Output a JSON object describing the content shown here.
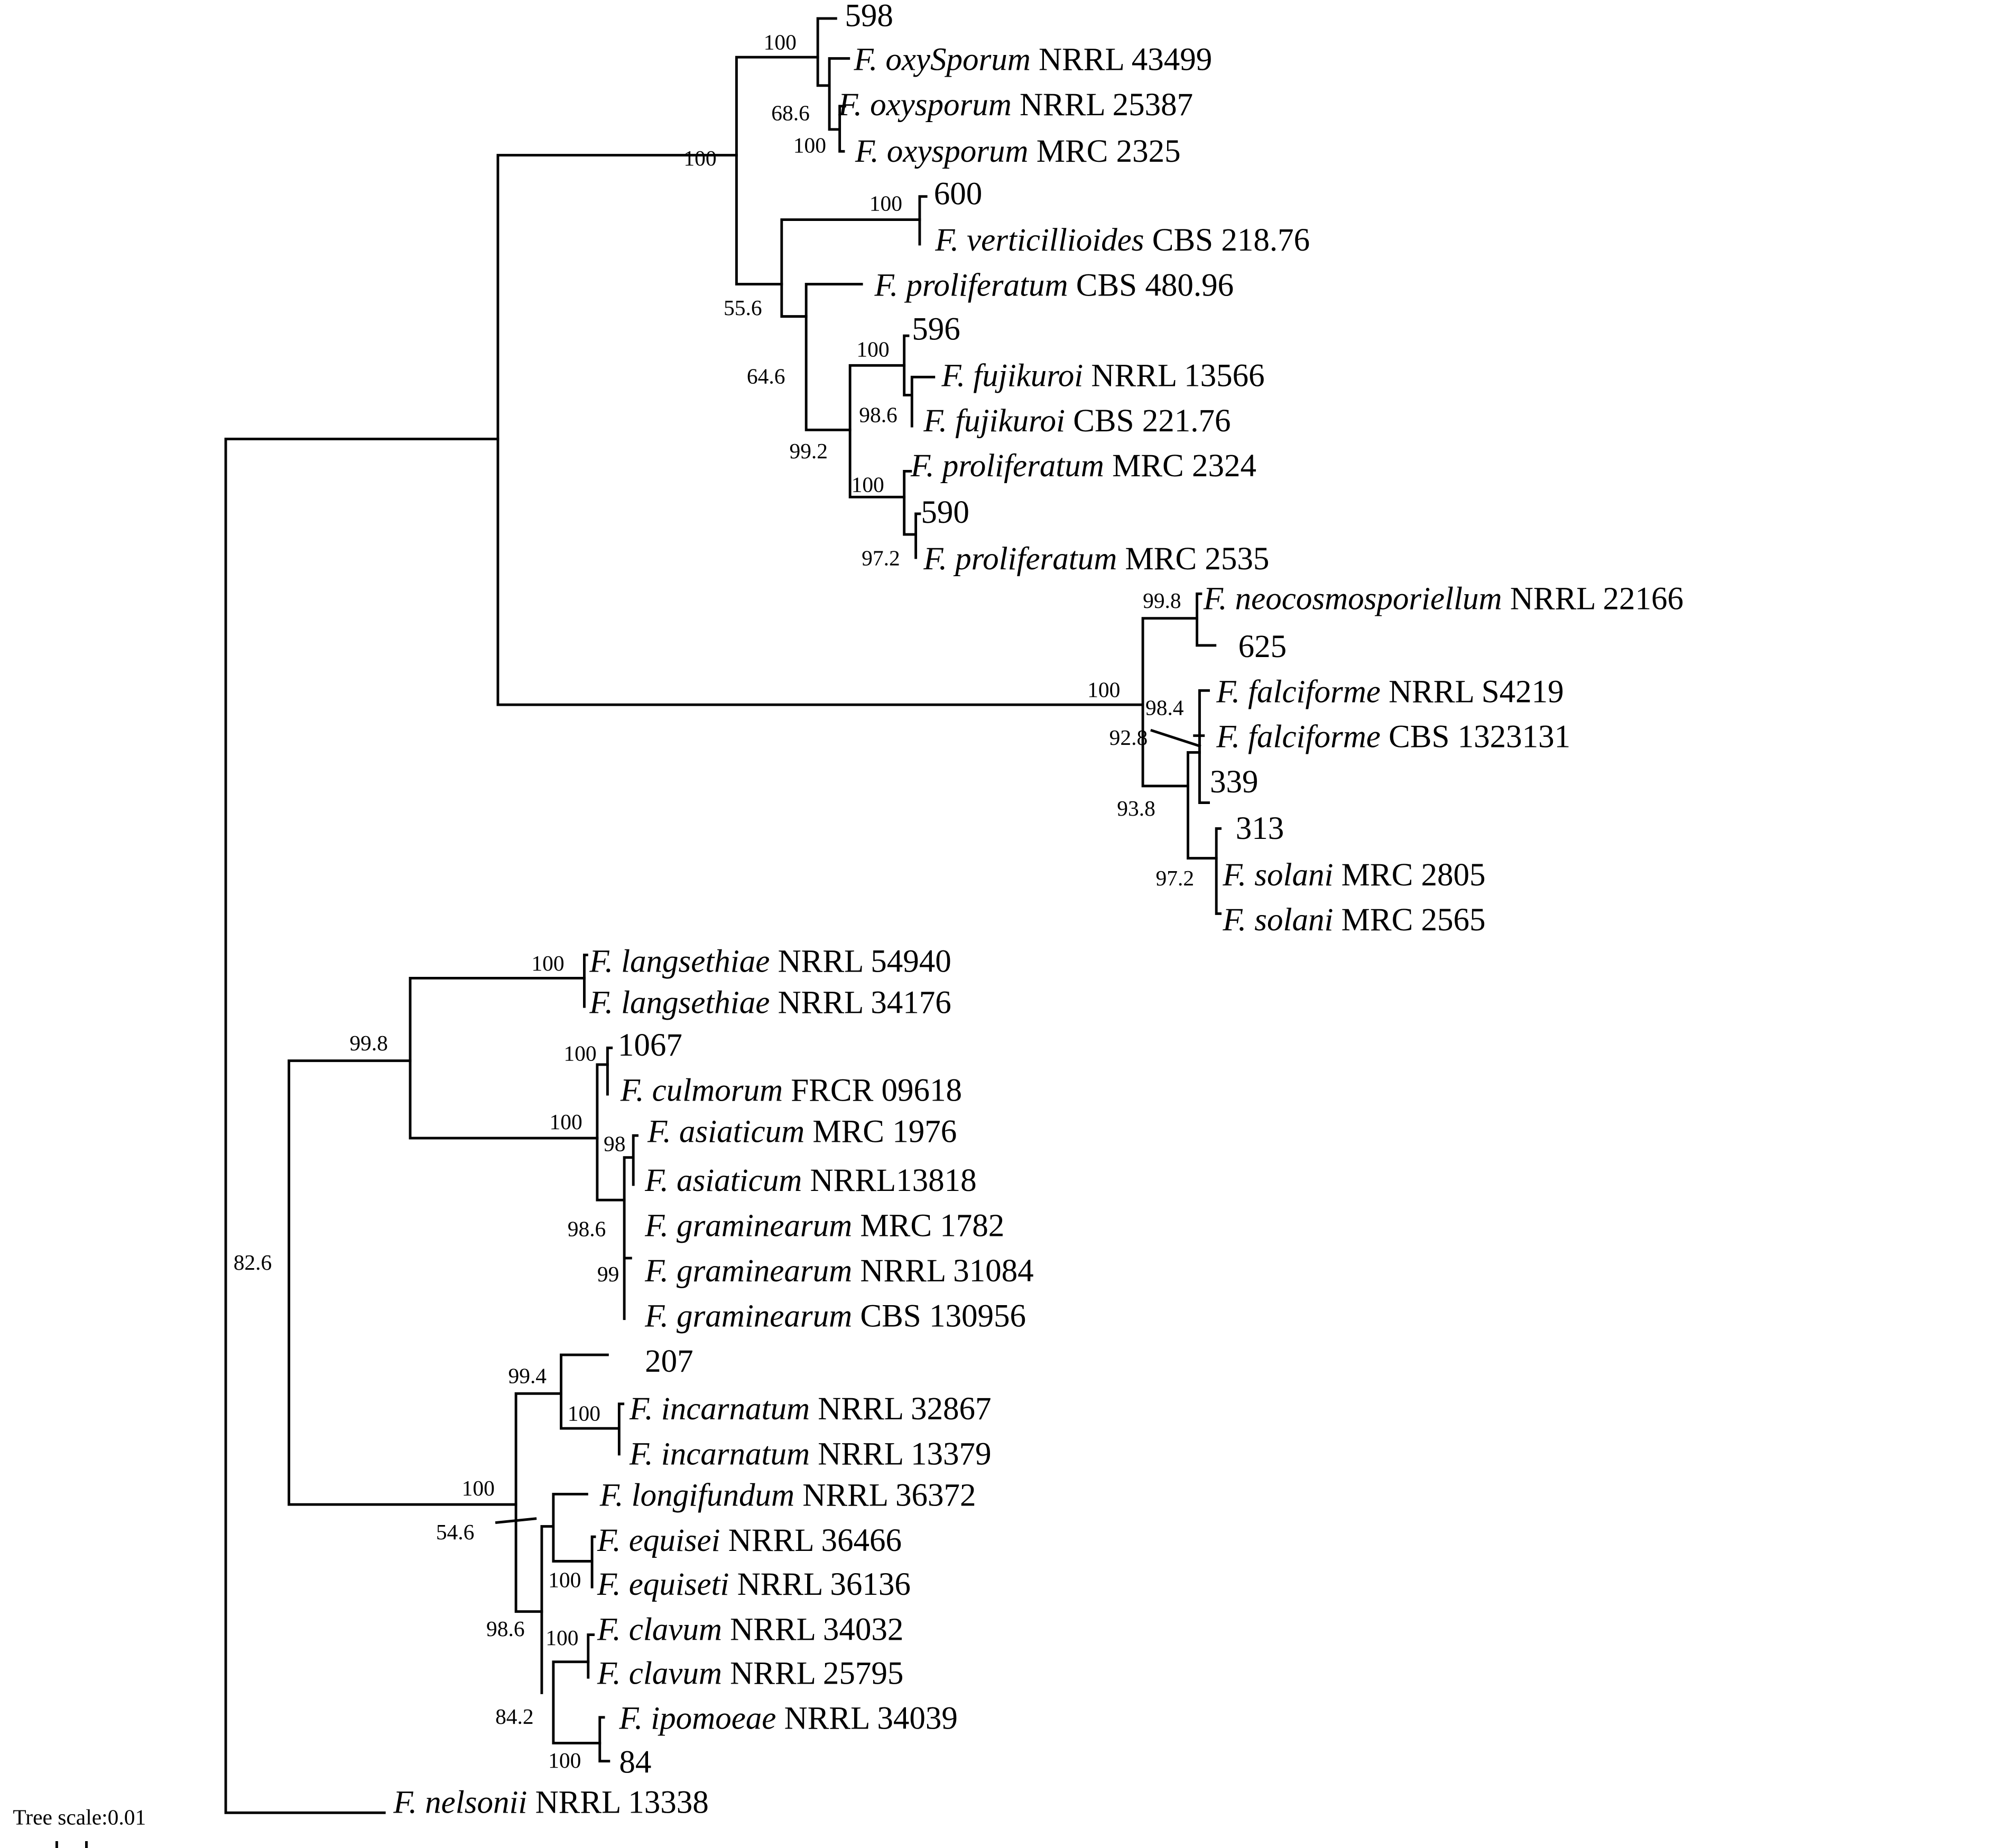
{
  "figure": {
    "type": "phylogenetic-tree",
    "scale_label": "Tree scale:0.01"
  },
  "leaves": [
    {
      "id": "l598",
      "species": "",
      "strain": "598"
    },
    {
      "id": "l43499",
      "species": "F. oxySporum",
      "strain": "NRRL 43499"
    },
    {
      "id": "l25387",
      "species": "F. oxysporum",
      "strain": "NRRL 25387"
    },
    {
      "id": "l2325",
      "species": "F. oxysporum",
      "strain": "MRC 2325"
    },
    {
      "id": "l600",
      "species": "",
      "strain": "600"
    },
    {
      "id": "l21876",
      "species": "F. verticillioides",
      "strain": "CBS 218.76"
    },
    {
      "id": "l48096",
      "species": "F. proliferatum",
      "strain": "CBS 480.96"
    },
    {
      "id": "l596",
      "species": "",
      "strain": "596"
    },
    {
      "id": "l13566",
      "species": "F. fujikuroi",
      "strain": "NRRL 13566"
    },
    {
      "id": "l22176",
      "species": "F. fujikuroi",
      "strain": "CBS 221.76"
    },
    {
      "id": "l2324",
      "species": "F. proliferatum",
      "strain": "MRC 2324"
    },
    {
      "id": "l590",
      "species": "",
      "strain": "590"
    },
    {
      "id": "l2535",
      "species": "F. proliferatum",
      "strain": "MRC 2535"
    },
    {
      "id": "l22166",
      "species": "F. neocosmosporiellum",
      "strain": "NRRL 22166"
    },
    {
      "id": "l625",
      "species": "",
      "strain": "625"
    },
    {
      "id": "lS4219",
      "species": "F. falciforme",
      "strain": "NRRL S4219"
    },
    {
      "id": "l1323131",
      "species": "F. falciforme",
      "strain": "CBS 1323131"
    },
    {
      "id": "l339",
      "species": "",
      "strain": "339"
    },
    {
      "id": "l313",
      "species": "",
      "strain": "313"
    },
    {
      "id": "l2805",
      "species": "F. solani",
      "strain": "MRC 2805"
    },
    {
      "id": "l2565",
      "species": "F. solani",
      "strain": "MRC 2565"
    },
    {
      "id": "l54940",
      "species": "F. langsethiae",
      "strain": "NRRL 54940"
    },
    {
      "id": "l34176",
      "species": "F. langsethiae",
      "strain": "NRRL 34176"
    },
    {
      "id": "l1067",
      "species": "",
      "strain": "1067"
    },
    {
      "id": "l09618",
      "species": "F. culmorum",
      "strain": "FRCR 09618"
    },
    {
      "id": "l1976",
      "species": "F. asiaticum",
      "strain": "MRC 1976"
    },
    {
      "id": "l13818",
      "species": "F. asiaticum",
      "strain": "NRRL13818"
    },
    {
      "id": "l1782",
      "species": "F. graminearum",
      "strain": "MRC 1782"
    },
    {
      "id": "l31084",
      "species": "F. graminearum",
      "strain": "NRRL 31084"
    },
    {
      "id": "l130956",
      "species": "F. graminearum",
      "strain": "CBS 130956"
    },
    {
      "id": "l207",
      "species": "",
      "strain": "207"
    },
    {
      "id": "l32867",
      "species": "F. incarnatum",
      "strain": "NRRL 32867"
    },
    {
      "id": "l13379",
      "species": "F. incarnatum",
      "strain": "NRRL 13379"
    },
    {
      "id": "l36372",
      "species": "F. longifundum",
      "strain": "NRRL 36372"
    },
    {
      "id": "l36466",
      "species": "F. equisei",
      "strain": "NRRL 36466"
    },
    {
      "id": "l36136",
      "species": "F. equiseti",
      "strain": "NRRL 36136"
    },
    {
      "id": "l34032",
      "species": "F. clavum",
      "strain": "NRRL 34032"
    },
    {
      "id": "l25795",
      "species": "F. clavum",
      "strain": "NRRL 25795"
    },
    {
      "id": "l34039",
      "species": "F. ipomoeae",
      "strain": "NRRL 34039"
    },
    {
      "id": "l84",
      "species": "",
      "strain": "84"
    },
    {
      "id": "l13338",
      "species": "F. nelsonii",
      "strain": "NRRL 13338"
    }
  ],
  "bootstrap": [
    "100",
    "68.6",
    "100",
    "100",
    "100",
    "55.6",
    "64.6",
    "100",
    "98.6",
    "99.2",
    "100",
    "97.2",
    "100",
    "99.8",
    "98.4",
    "92.8",
    "93.8",
    "97.2",
    "100",
    "99.8",
    "100",
    "100",
    "98",
    "98.6",
    "99",
    "82.6",
    "99.4",
    "100",
    "100",
    "54.6",
    "100",
    "98.6",
    "100",
    "84.2",
    "100"
  ]
}
